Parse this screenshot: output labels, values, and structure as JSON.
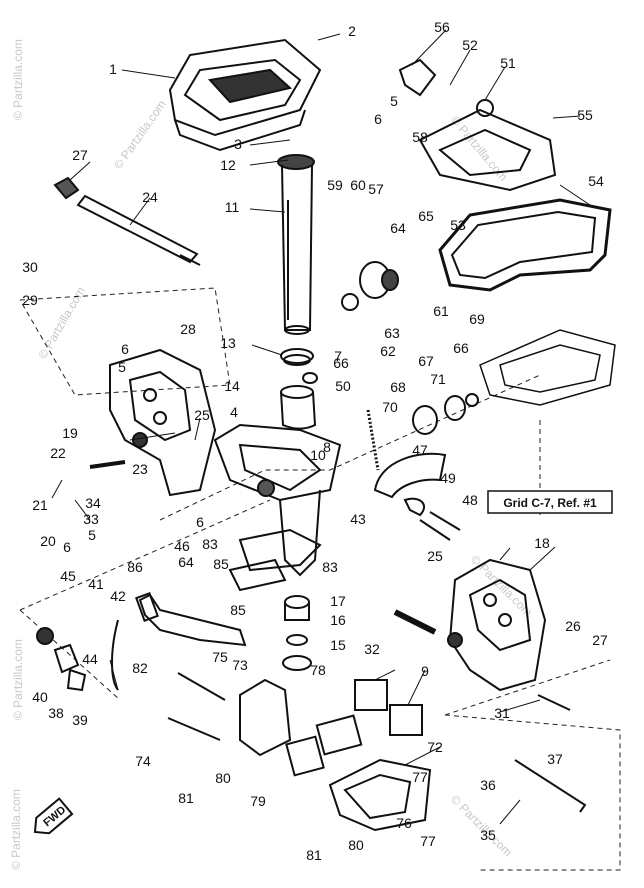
{
  "callouts": [
    "1",
    "2",
    "3",
    "12",
    "11",
    "13",
    "14",
    "4",
    "7",
    "50",
    "8",
    "10",
    "56",
    "52",
    "51",
    "5",
    "55",
    "6",
    "58",
    "59",
    "60",
    "57",
    "64",
    "65",
    "53",
    "54",
    "27",
    "24",
    "30",
    "29",
    "28",
    "6",
    "5",
    "19",
    "25",
    "22",
    "23",
    "21",
    "34",
    "33",
    "20",
    "6",
    "5",
    "61",
    "62",
    "63",
    "66",
    "69",
    "66",
    "67",
    "71",
    "68",
    "70",
    "47",
    "49",
    "48",
    "43",
    "6",
    "83",
    "46",
    "64",
    "85",
    "86",
    "83",
    "45",
    "41",
    "42",
    "82",
    "17",
    "16",
    "15",
    "85",
    "75",
    "25",
    "18",
    "32",
    "26",
    "27",
    "40",
    "38",
    "39",
    "44",
    "73",
    "78",
    "9",
    "74",
    "80",
    "81",
    "79",
    "72",
    "31",
    "36",
    "37",
    "77",
    "76",
    "80",
    "77",
    "81",
    "35"
  ],
  "note": "Grid C-7, Ref. #1",
  "forward_label": "FWD",
  "watermark": "© Partzilla.com"
}
